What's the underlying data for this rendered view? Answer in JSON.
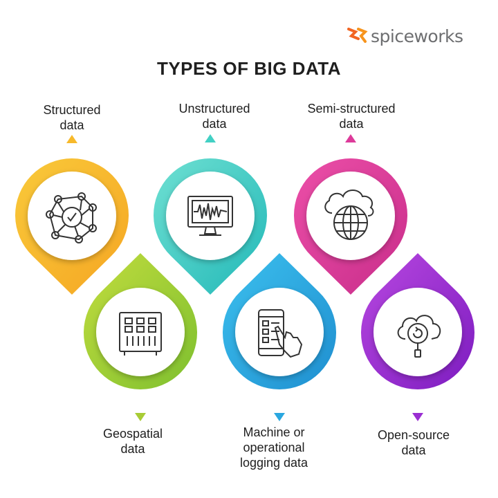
{
  "brand": {
    "name": "spiceworks",
    "color": "#f26522"
  },
  "title": "TYPES OF BIG DATA",
  "types": [
    {
      "lines": [
        "Structured",
        "data"
      ],
      "color": "#f7b92b",
      "icon": "network-icon"
    },
    {
      "lines": [
        "Unstructured",
        "data"
      ],
      "color": "#42d0c4",
      "icon": "monitor-waveform-icon"
    },
    {
      "lines": [
        "Semi-structured",
        "data"
      ],
      "color": "#dd3a9a",
      "icon": "cloud-globe-icon"
    },
    {
      "lines": [
        "Geospatial",
        "data"
      ],
      "color": "#a8cc35",
      "icon": "grid-panel-icon"
    },
    {
      "lines": [
        "Machine or",
        "operational",
        "logging data"
      ],
      "color": "#2aa7e0",
      "icon": "phone-touch-icon"
    },
    {
      "lines": [
        "Open-source",
        "data"
      ],
      "color": "#9a2ed2",
      "icon": "cloud-search-icon"
    }
  ]
}
